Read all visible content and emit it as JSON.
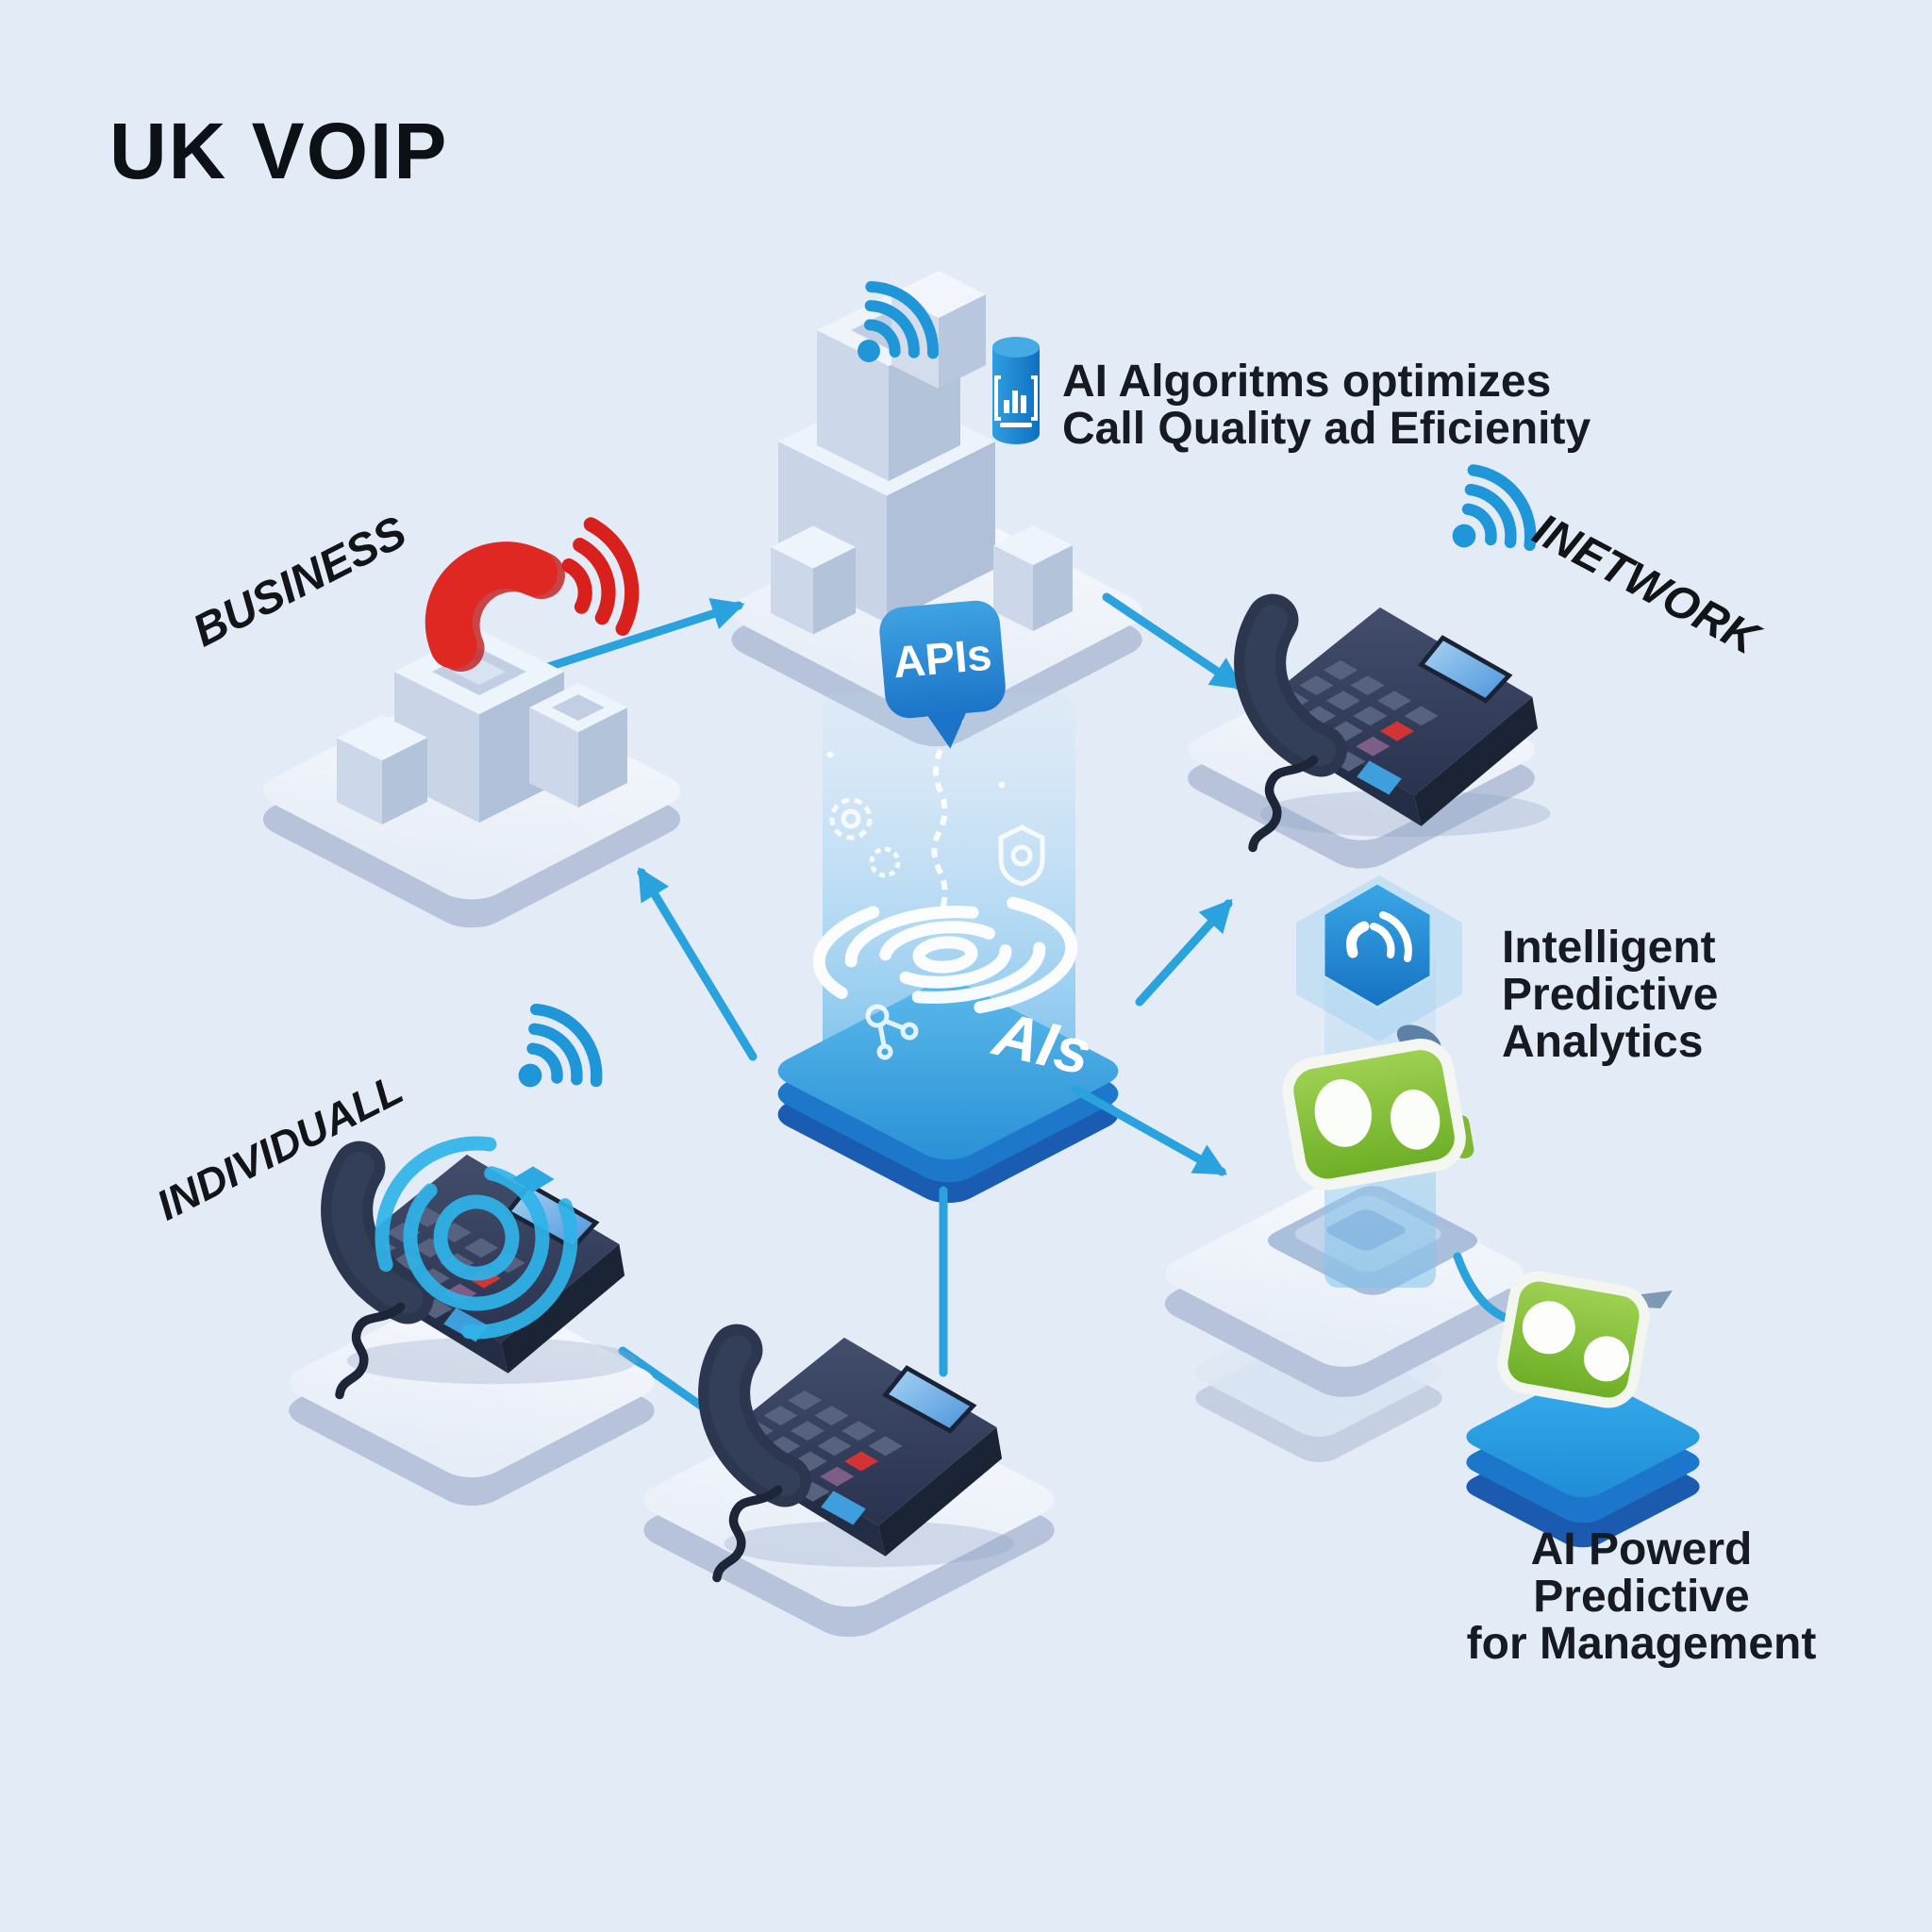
{
  "title": "UK VOIP",
  "labels": {
    "business": "BUSINESS",
    "individual": "INDIVIDUALL",
    "network": "INETWORK"
  },
  "center": {
    "api_badge": "APIs",
    "ai_label": "AIs"
  },
  "annotations": {
    "algorithms": {
      "line1": "AI Algoritms optimizes",
      "line2": "Call Quality ad Eficienity"
    },
    "analytics": {
      "line1": "Intelligent",
      "line2": "Predictive",
      "line3": "Analytics"
    },
    "management": {
      "line1": "AI Powerd Predictive",
      "line2": "for Management"
    }
  },
  "icons": {
    "wifi": "wifi-signal-icon",
    "red_call": "call-handset-icon",
    "red_waves": "signal-waves-icon",
    "chart_cylinder": "bar-chart-cylinder-icon",
    "api_bubble": "api-speech-bubble-icon",
    "ripple": "sonar-ripple-icon",
    "gear": "gear-sketch-icon",
    "shield": "shield-sketch-icon",
    "molecule": "molecule-sketch-icon",
    "hex_badge": "hexagon-call-badge-icon",
    "robot": "robot-head-icon",
    "chat_bot": "chat-bot-icon",
    "signal_diamond": "signal-diamond-icon"
  },
  "colors": {
    "background": "#e3ebf6",
    "arrow": "#2aa2dd",
    "accent_blue": "#2196d8",
    "deep_blue": "#1a5cb2",
    "platform_top": "#f2f6fc",
    "platform_side": "#b6c3da",
    "phone_body": "#2c3650",
    "phone_screen": "#7db6e8",
    "alert_red": "#df2723",
    "bot_green": "#7fbe32",
    "text_dark": "#171a20"
  }
}
